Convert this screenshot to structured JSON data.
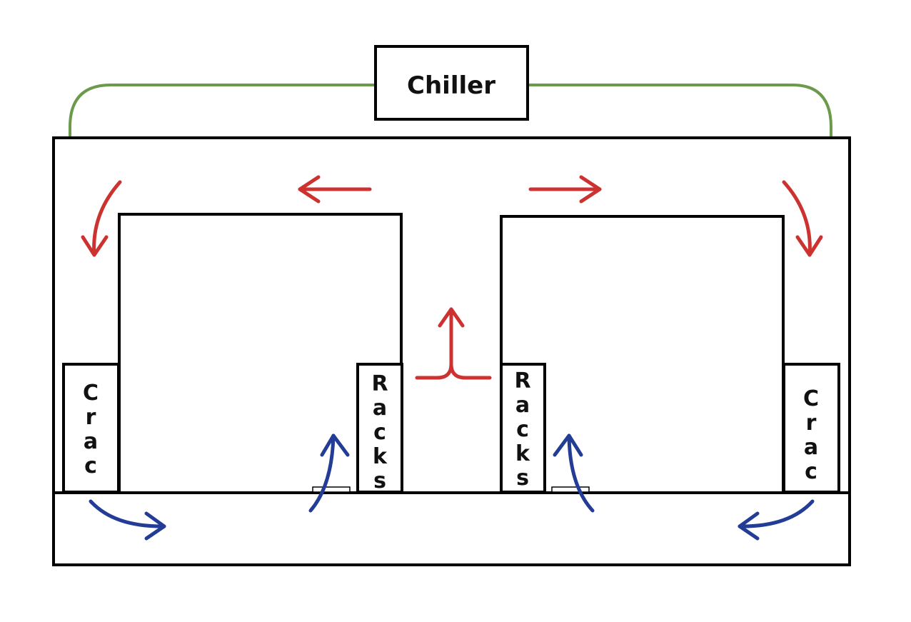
{
  "labels": {
    "chiller": "Chiller",
    "crac_left": "Crac",
    "crac_right": "Crac",
    "racks_left": "Racks",
    "racks_right": "Racks"
  },
  "colors": {
    "outline": "#000000",
    "chilled_water_pipe": "#6a9a4a",
    "hot_air": "#cc3330",
    "cold_air": "#233c96",
    "background": "#ffffff"
  }
}
